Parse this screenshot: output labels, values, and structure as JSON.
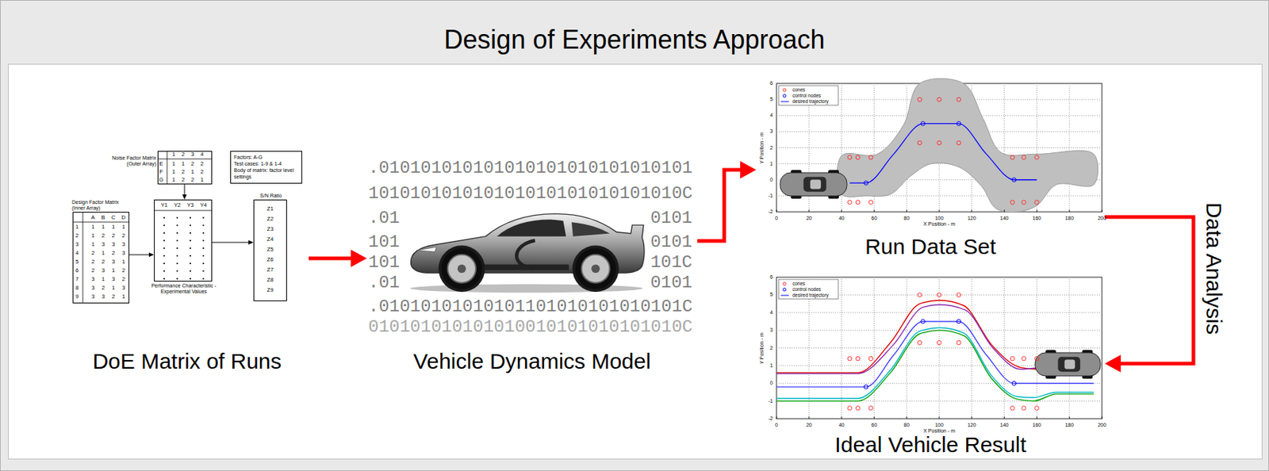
{
  "diagram": {
    "title": "Design of Experiments Approach",
    "nodes": [
      {
        "text": [
          "DoE Matrix of Runs"
        ]
      },
      {
        "text": [
          "Noise Factor Matrix (Outer Array)"
        ],
        "in": 0
      },
      {
        "text": [
          "Factors: A-G",
          "Test cases: 1-9 & 1-4",
          "Body of matrix: factor level settings"
        ],
        "in": 0
      },
      {
        "text": [
          "Design Factor Matrix (Inner Array)"
        ],
        "in": 0
      },
      {
        "text": [
          "Performance Characteristic - Experimental Values"
        ],
        "in": 0
      },
      {
        "text": [
          "S/N Ratio"
        ],
        "in": 0
      },
      {
        "text": [
          "Vehicle Dynamics Model"
        ]
      },
      {
        "text": [
          "Run Data Set"
        ]
      },
      {
        "text": [
          "Ideal Vehicle Result"
        ]
      }
    ],
    "edges": [
      {
        "from": 3,
        "to": 4,
        "arrow": "to"
      },
      {
        "from": 1,
        "to": 4,
        "arrow": "to"
      },
      {
        "from": 4,
        "to": 5,
        "arrow": "to"
      },
      {
        "from": 0,
        "to": 6,
        "arrow": "to"
      },
      {
        "from": 6,
        "to": 7,
        "arrow": "to"
      },
      {
        "from": 7,
        "to": 8,
        "arrow": "to",
        "label": "Data Analysis"
      }
    ],
    "labels": [
      "1",
      "2",
      "3",
      "4",
      "E",
      "1",
      "1",
      "2",
      "2",
      "F",
      "1",
      "2",
      "1",
      "2",
      "G",
      "1",
      "2",
      "2",
      "1",
      "A",
      "B",
      "C",
      "D",
      "1",
      "1",
      "1",
      "1",
      "1",
      "2",
      "1",
      "2",
      "2",
      "2",
      "3",
      "1",
      "3",
      "3",
      "3",
      "4",
      "2",
      "1",
      "2",
      "3",
      "5",
      "2",
      "2",
      "3",
      "1",
      "6",
      "2",
      "3",
      "1",
      "2",
      "7",
      "3",
      "1",
      "3",
      "2",
      "8",
      "3",
      "2",
      "1",
      "3",
      "9",
      "3",
      "3",
      "2",
      "1",
      "Y1",
      "Y2",
      "Y3",
      "Y4",
      "Z1",
      "Z2",
      "Z3",
      "Z4",
      "Z5",
      "Z6",
      "Z7",
      "Z8",
      "Z9",
      ".010101010101010101010101010101",
      "101010101010101010101010101010C",
      ".01",
      "0101",
      "101",
      "0101",
      "101",
      "101C",
      ".01",
      "0101",
      ".01010101010101101010101010101C",
      "010101010101010010101010101010C",
      "0",
      "20",
      "40",
      "60",
      "80",
      "100",
      "120",
      "140",
      "160",
      "180",
      "200",
      "-2",
      "-1",
      "0",
      "1",
      "2",
      "3",
      "4",
      "5",
      "6",
      "X Position - m",
      "Y Position - m",
      "0",
      "20",
      "40",
      "60",
      "80",
      "100",
      "120",
      "140",
      "160",
      "180",
      "200",
      "-2",
      "-1",
      "0",
      "1",
      "2",
      "3",
      "4",
      "5",
      "6",
      "X Position - m",
      "Y Position - m"
    ],
    "legend": [
      {
        "text": "cones"
      },
      {
        "text": "control nodes"
      },
      {
        "text": "desired trajectory"
      },
      {
        "text": "cones"
      },
      {
        "text": "control nodes"
      },
      {
        "text": "desired trajectory"
      }
    ]
  }
}
